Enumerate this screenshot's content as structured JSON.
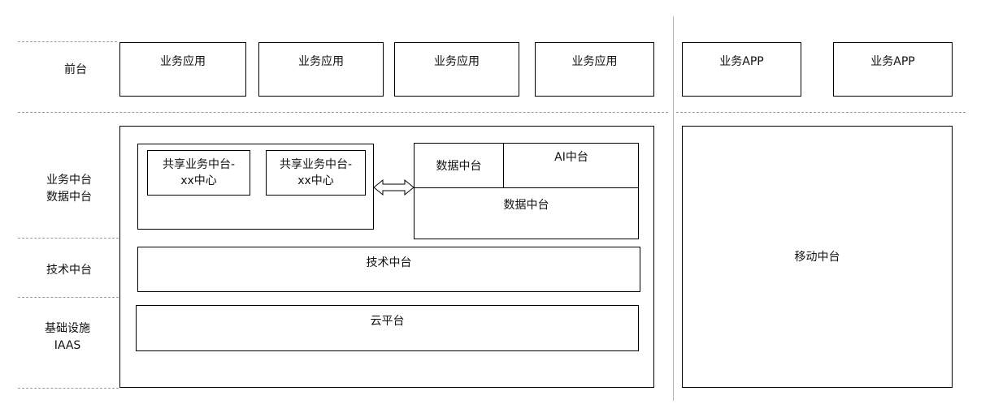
{
  "left_labels": {
    "frontend": "前台",
    "business_data_line1": "业务中台",
    "business_data_line2": "数据中台",
    "tech": "技术中台",
    "infra_line1": "基础设施",
    "infra_line2": "IAAS"
  },
  "frontend_apps": [
    "业务应用",
    "业务应用",
    "业务应用",
    "业务应用"
  ],
  "mobile_apps": [
    "业务APP",
    "业务APP"
  ],
  "shared_centers": [
    {
      "line1": "共享业务中台-",
      "line2": "xx中心"
    },
    {
      "line1": "共享业务中台-",
      "line2": "xx中心"
    }
  ],
  "data_platform": {
    "small_label": "数据中台",
    "ai_label": "AI中台",
    "bottom_label": "数据中台"
  },
  "tech_platform": "技术中台",
  "cloud_platform": "云平台",
  "mobile_platform": "移动中台"
}
